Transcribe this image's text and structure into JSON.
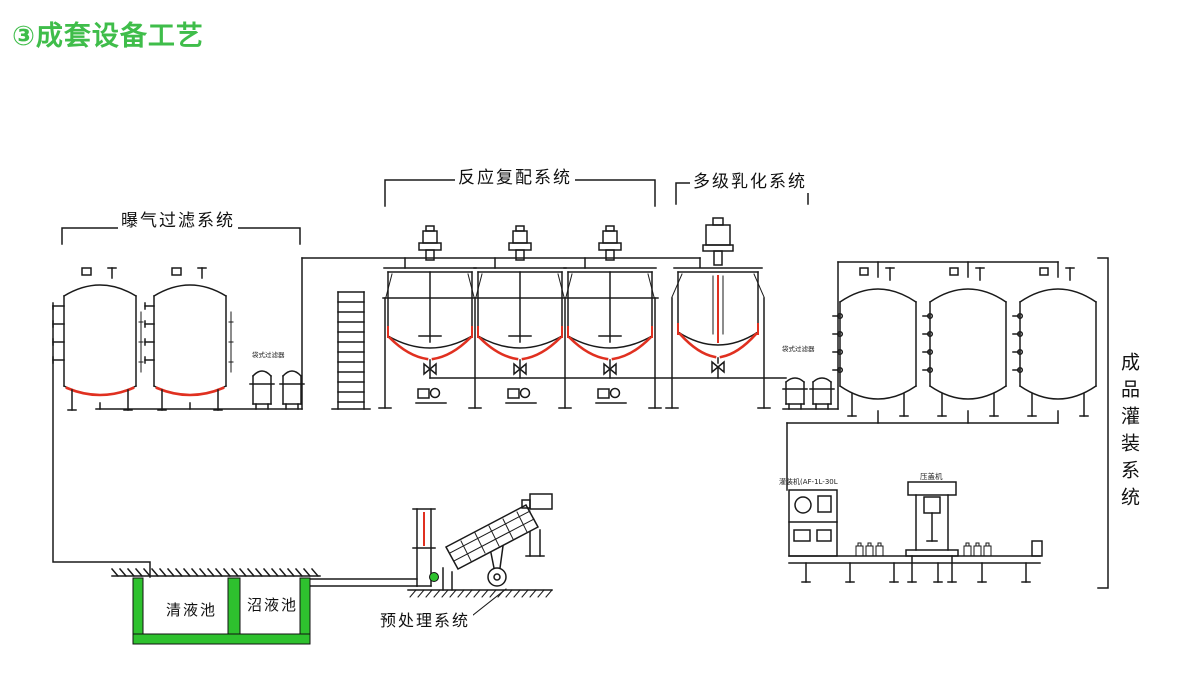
{
  "title": "③成套设备工艺",
  "colors": {
    "title_green": "#3FBD4A",
    "pool_green": "#2EC12E",
    "heater_red": "#E03020",
    "line": "#1a1a1a"
  },
  "systems": {
    "aeration": "曝气过滤系统",
    "reaction": "反应复配系统",
    "emulsification": "多级乳化系统",
    "filling": "成品灌装系统",
    "pretreatment": "预处理系统"
  },
  "pools": {
    "clear": "清液池",
    "slurry": "沼液池"
  },
  "equipment_labels": {
    "bag_filter_left": "袋式过滤器",
    "bag_filter_right": "袋式过滤器",
    "filling_machine": "灌装机(AF-1L-30L",
    "capping_machine": "压盖机"
  }
}
